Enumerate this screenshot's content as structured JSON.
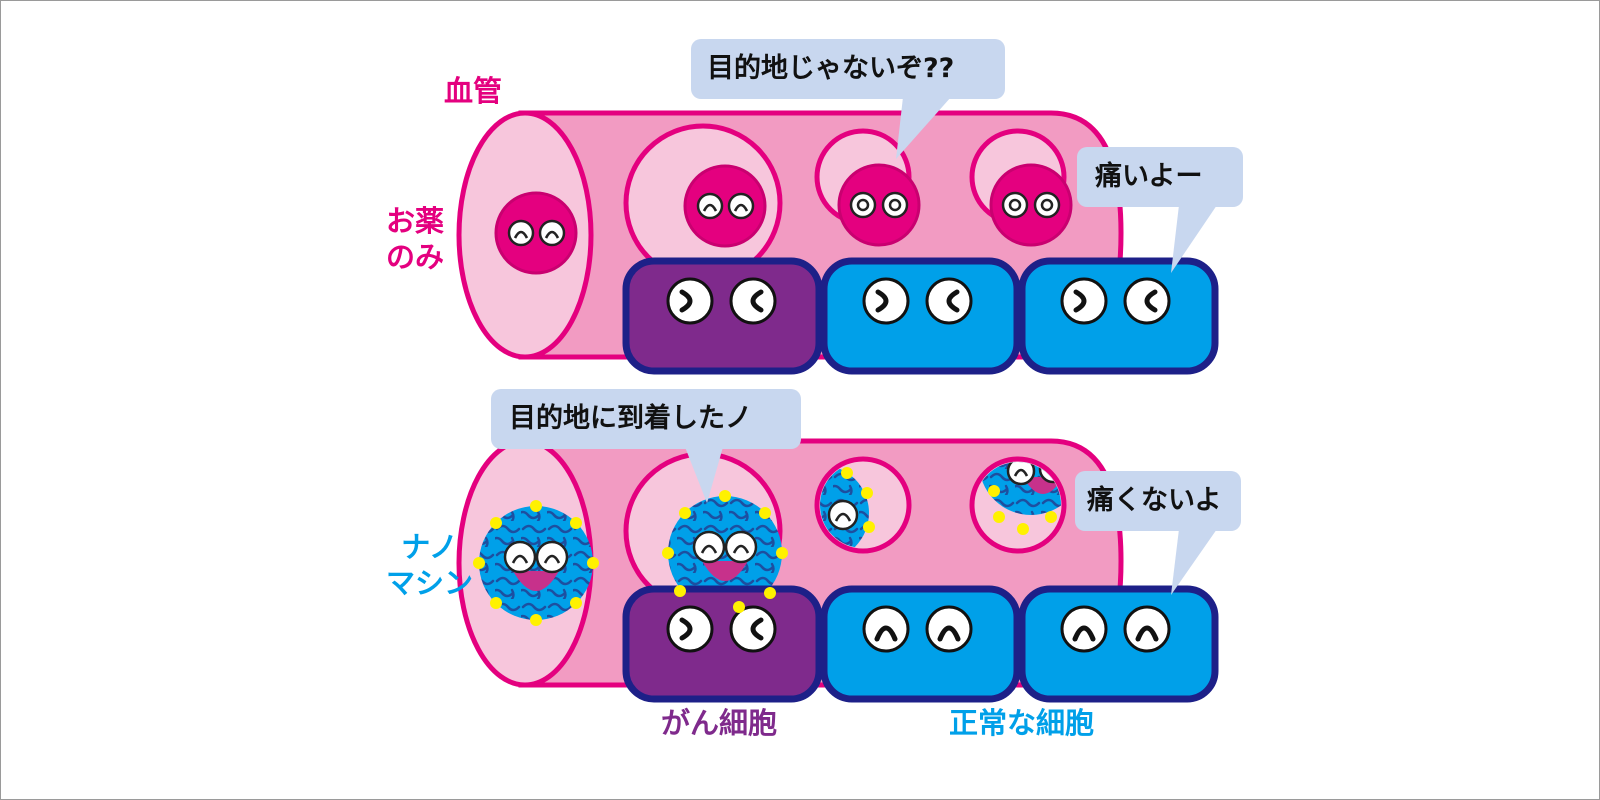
{
  "labels": {
    "blood_vessel": "血管",
    "drug_only": [
      "お薬",
      "のみ"
    ],
    "nano_machine": [
      "ナノ",
      "マシン"
    ],
    "cancer_cell": "がん細胞",
    "normal_cell": "正常な細胞"
  },
  "bubbles": {
    "top_wrong_destination": "目的地じゃないぞ??",
    "top_it_hurts": "痛いよー",
    "bottom_arrived": "目的地に到着したノ",
    "bottom_no_pain": "痛くないよ"
  },
  "colors": {
    "vessel_pink": "#f29bc2",
    "vessel_light": "#f7c6dc",
    "vessel_outline": "#e4007f",
    "drug_particle": "#e4007f",
    "cancer_cell": "#7f2a8c",
    "normal_cell": "#00a0e9",
    "cell_outline": "#1d2088",
    "nano_blue": "#00a0e9",
    "nano_dots": "#fff100",
    "bubble": "#c8d7ef"
  }
}
